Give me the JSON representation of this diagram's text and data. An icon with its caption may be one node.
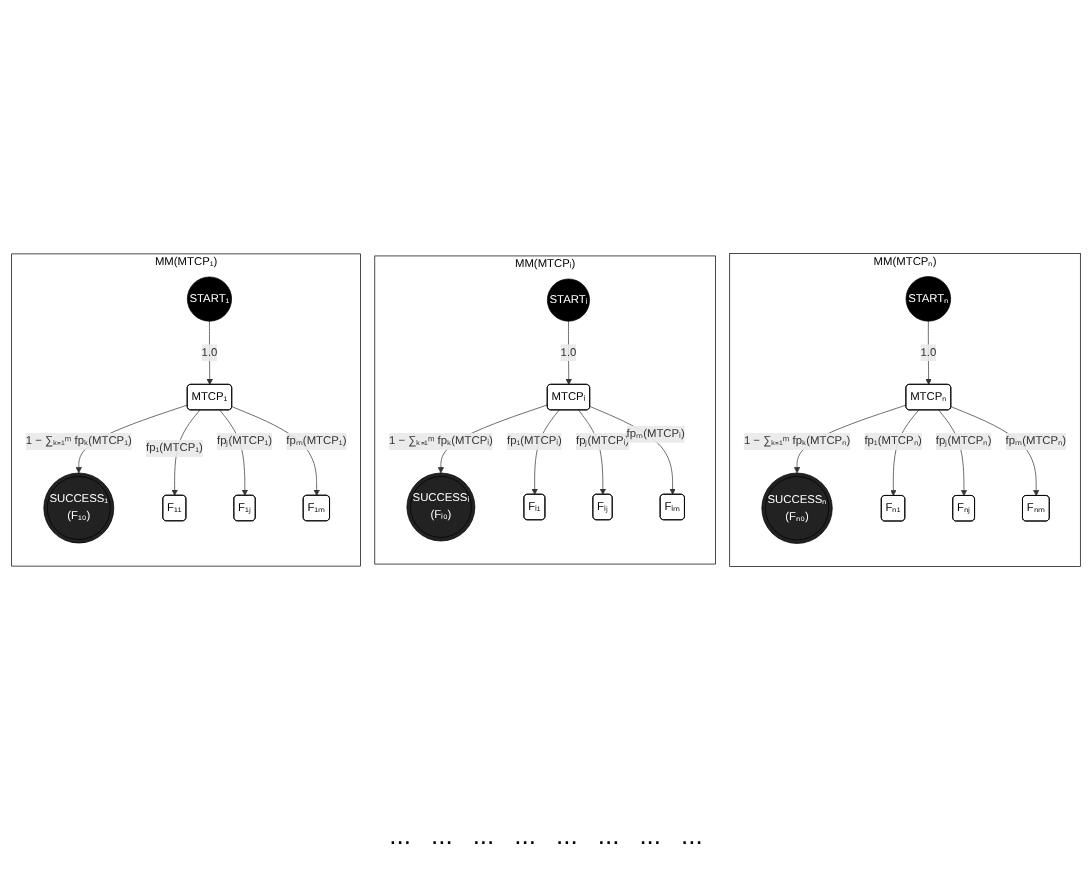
{
  "diagram": {
    "nodes": [
      {
        "text": [
          "MM(MTCP₁)"
        ]
      },
      {
        "text": [
          "START₁"
        ],
        "in": 0
      },
      {
        "text": [
          "MTCP₁"
        ],
        "in": 0
      },
      {
        "text": [
          "SUCCESS₁",
          "(F₁₀)"
        ],
        "in": 0
      },
      {
        "text": [
          "F₁₁"
        ],
        "in": 0
      },
      {
        "text": [
          "F₁ⱼ"
        ],
        "in": 0
      },
      {
        "text": [
          "F₁ₘ"
        ],
        "in": 0
      },
      {
        "text": [
          "MM(MTCPᵢ)"
        ]
      },
      {
        "text": [
          "STARTᵢ"
        ],
        "in": 7
      },
      {
        "text": [
          "MTCPᵢ"
        ],
        "in": 7
      },
      {
        "text": [
          "SUCCESSᵢ",
          "(Fᵢ₀)"
        ],
        "in": 7
      },
      {
        "text": [
          "Fᵢ₁"
        ],
        "in": 7
      },
      {
        "text": [
          "Fᵢⱼ"
        ],
        "in": 7
      },
      {
        "text": [
          "Fᵢₘ"
        ],
        "in": 7
      },
      {
        "text": [
          "MM(MTCPₙ)"
        ]
      },
      {
        "text": [
          "STARTₙ"
        ],
        "in": 14
      },
      {
        "text": [
          "MTCPₙ"
        ],
        "in": 14
      },
      {
        "text": [
          "SUCCESSₙ",
          "(Fₙ₀)"
        ],
        "in": 14
      },
      {
        "text": [
          "Fₙ₁"
        ],
        "in": 14
      },
      {
        "text": [
          "Fₙⱼ"
        ],
        "in": 14
      },
      {
        "text": [
          "Fₙₘ"
        ],
        "in": 14
      }
    ],
    "edges": [
      {
        "from": 1,
        "to": 2,
        "arrow": "to",
        "label": "1.0"
      },
      {
        "from": 2,
        "to": 3,
        "arrow": "to",
        "label": "1 − ∑ₖ₌₁ᵐ fpₖ(MTCP₁)"
      },
      {
        "from": 2,
        "to": 4,
        "arrow": "to",
        "label": "fp₁(MTCP₁)"
      },
      {
        "from": 2,
        "to": 5,
        "arrow": "to",
        "label": "fpⱼ(MTCP₁)"
      },
      {
        "from": 2,
        "to": 6,
        "arrow": "to",
        "label": "fpₘ(MTCP₁)"
      },
      {
        "from": 8,
        "to": 9,
        "arrow": "to",
        "label": "1.0"
      },
      {
        "from": 9,
        "to": 10,
        "arrow": "to",
        "label": "1 − ∑ₖ₌₁ᵐ fpₖ(MTCPᵢ)"
      },
      {
        "from": 9,
        "to": 11,
        "arrow": "to",
        "label": "fp₁(MTCPᵢ)"
      },
      {
        "from": 9,
        "to": 12,
        "arrow": "to",
        "label": "fpⱼ(MTCPᵢ)"
      },
      {
        "from": 9,
        "to": 13,
        "arrow": "to",
        "label": "fpₘ(MTCPᵢ)"
      },
      {
        "from": 15,
        "to": 16,
        "arrow": "to",
        "label": "1.0"
      },
      {
        "from": 16,
        "to": 17,
        "arrow": "to",
        "label": "1 − ∑ₖ₌₁ᵐ fpₖ(MTCPₙ)"
      },
      {
        "from": 16,
        "to": 18,
        "arrow": "to",
        "label": "fp₁(MTCPₙ)"
      },
      {
        "from": 16,
        "to": 19,
        "arrow": "to",
        "label": "fpⱼ(MTCPₙ)"
      },
      {
        "from": 16,
        "to": 20,
        "arrow": "to",
        "label": "fpₘ(MTCPₙ)"
      }
    ],
    "labels": [
      "...",
      "...",
      "...",
      "...",
      "...",
      "...",
      "...",
      "..."
    ]
  }
}
